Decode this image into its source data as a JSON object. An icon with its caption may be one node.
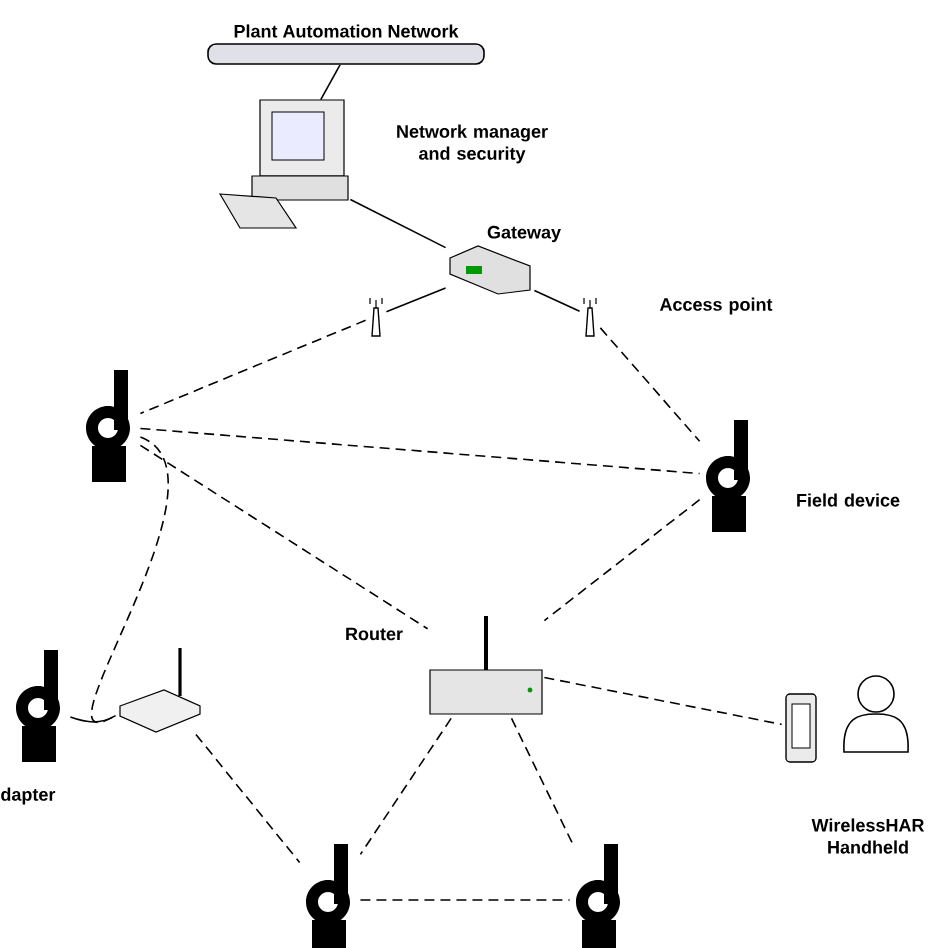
{
  "diagram": {
    "nodes": [
      {
        "text": [
          "Plant Automation Network"
        ]
      },
      {
        "text": [],
        "shape": "picture",
        "beside": [
          "Network manager and security"
        ]
      },
      {
        "text": [],
        "shape": "picture",
        "beside": [
          "Gateway"
        ]
      },
      {
        "text": [],
        "shape": "picture"
      },
      {
        "text": [],
        "shape": "picture",
        "beside": [
          "Access point"
        ]
      },
      {
        "text": [],
        "shape": "picture"
      },
      {
        "text": [],
        "shape": "picture",
        "beside": [
          "Field device"
        ]
      },
      {
        "text": [],
        "shape": "picture"
      },
      {
        "text": [],
        "shape": "picture"
      },
      {
        "text": [],
        "shape": "picture",
        "beside": [
          "Router"
        ]
      },
      {
        "text": [],
        "shape": "picture"
      },
      {
        "text": [],
        "shape": "person",
        "beside": [
          "WirelessHAR Handheld"
        ]
      },
      {
        "text": [],
        "shape": "picture"
      },
      {
        "text": [],
        "shape": "picture"
      }
    ],
    "edges": [
      {
        "from": 0,
        "to": 1,
        "arrow": "none"
      },
      {
        "from": 1,
        "to": 2,
        "arrow": "none"
      },
      {
        "from": 2,
        "to": 3,
        "arrow": "none"
      },
      {
        "from": 2,
        "to": 4,
        "arrow": "none"
      },
      {
        "from": 3,
        "to": 5,
        "arrow": "none",
        "style": "dashed"
      },
      {
        "from": 4,
        "to": 6,
        "arrow": "none",
        "style": "dashed"
      },
      {
        "from": 5,
        "to": 6,
        "arrow": "none",
        "style": "dashed"
      },
      {
        "from": 5,
        "to": 9,
        "arrow": "none",
        "style": "dashed"
      },
      {
        "from": 6,
        "to": 9,
        "arrow": "none",
        "style": "dashed"
      },
      {
        "from": 5,
        "to": 8,
        "arrow": "none",
        "style": "dashed"
      },
      {
        "from": 7,
        "to": 8,
        "arrow": "none"
      },
      {
        "from": 8,
        "to": 12,
        "arrow": "none",
        "style": "dashed"
      },
      {
        "from": 9,
        "to": 12,
        "arrow": "none",
        "style": "dashed"
      },
      {
        "from": 9,
        "to": 13,
        "arrow": "none",
        "style": "dashed"
      },
      {
        "from": 12,
        "to": 13,
        "arrow": "none",
        "style": "dashed"
      },
      {
        "from": 9,
        "to": 10,
        "arrow": "none",
        "style": "dashed"
      }
    ],
    "labels": [
      "dapter"
    ]
  }
}
